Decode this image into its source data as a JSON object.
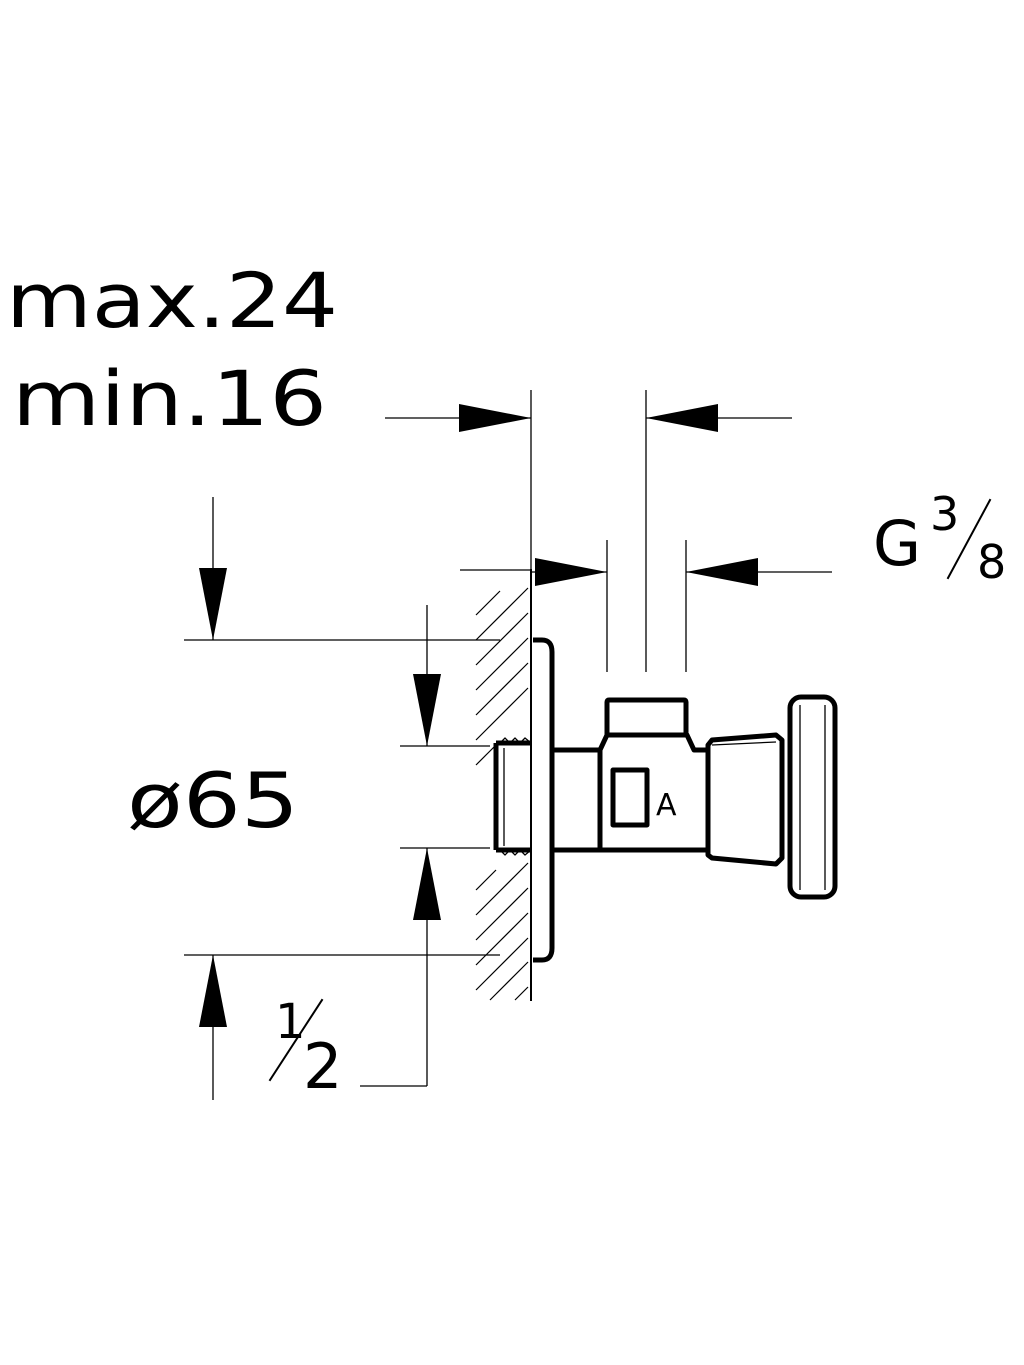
{
  "dimensions": {
    "max_depth": "max.24",
    "min_depth": "min.16",
    "outlet_thread_base": "G",
    "outlet_thread_num": "3",
    "outlet_thread_den": "8",
    "rosette_diameter": "ø65",
    "inlet_thread_num": "1",
    "inlet_thread_den": "2",
    "body_marking": "A"
  }
}
